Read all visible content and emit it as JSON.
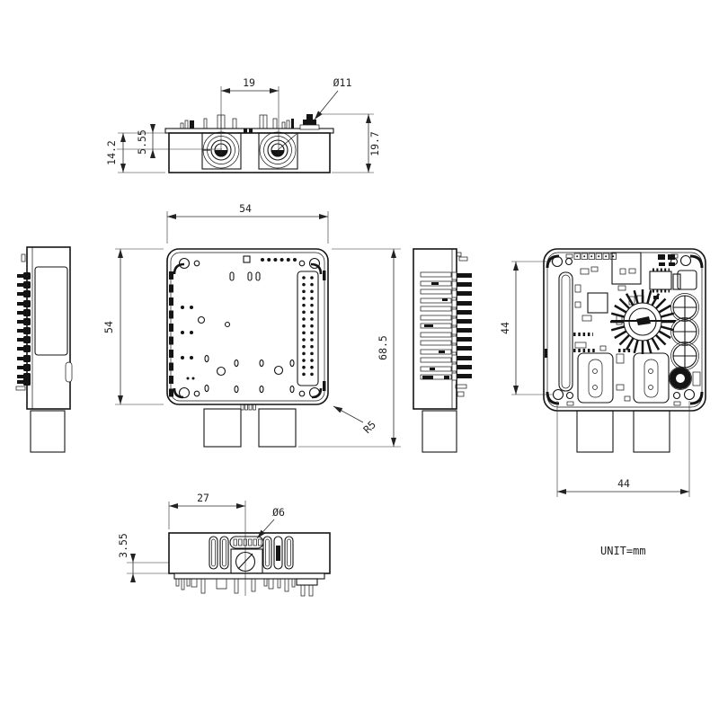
{
  "drawing": {
    "unit_note": "UNIT=mm",
    "dims": {
      "pin_pitch": "19",
      "shaft_dia": "Ø11",
      "front_height": "14.2",
      "top_to_center": "5.55",
      "shaft_height": "19.7",
      "body_width": "54",
      "body_depth": "54",
      "overall_height": "68.5",
      "corner_radius": "R5",
      "hole_span_v": "44",
      "hole_span_h": "44",
      "adjuster_offset": "27",
      "adjuster_dia": "Ø6",
      "lip_height": "3.55"
    }
  }
}
